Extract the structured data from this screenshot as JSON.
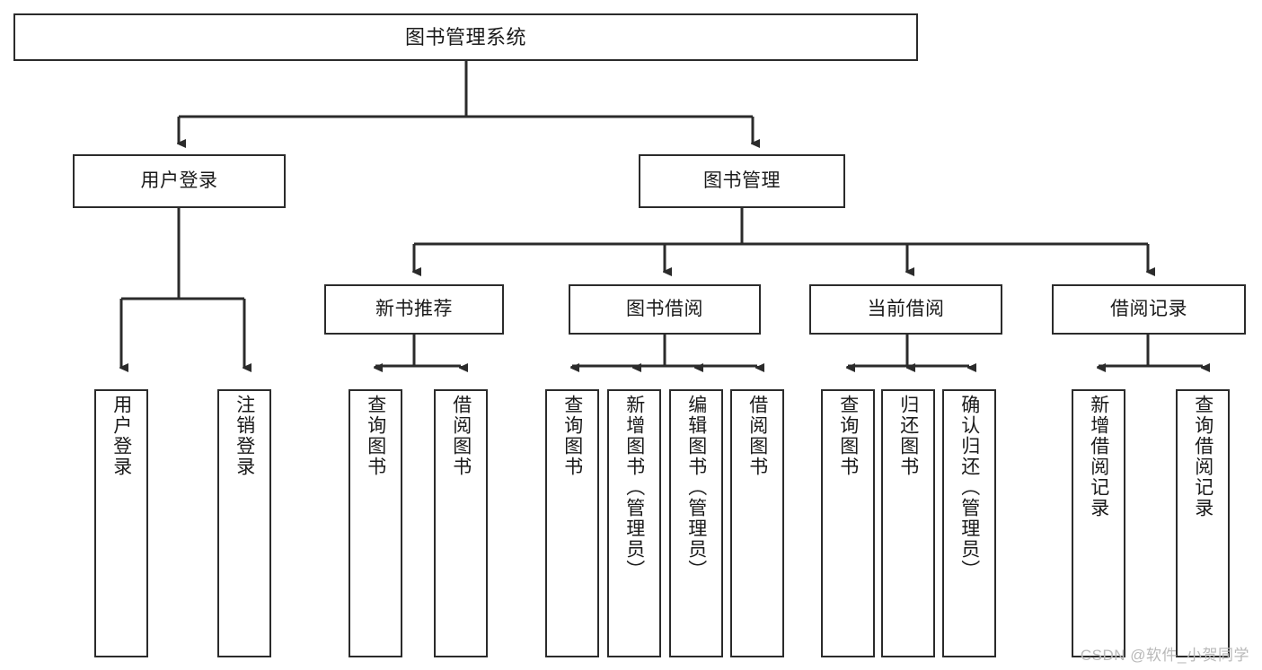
{
  "diagram": {
    "title": "图书管理系统",
    "type": "tree-hierarchy",
    "colors": {
      "box_border": "#2b2b2b",
      "box_fill": "#ffffff",
      "connector": "#2b2b2b",
      "text": "#1a1a1a",
      "watermark": "#b9b9b9",
      "background": "#ffffff"
    }
  },
  "root": {
    "label": "图书管理系统"
  },
  "level1": [
    {
      "label": "用户登录"
    },
    {
      "label": "图书管理"
    }
  ],
  "level2": [
    {
      "label": "新书推荐"
    },
    {
      "label": "图书借阅"
    },
    {
      "label": "当前借阅"
    },
    {
      "label": "借阅记录"
    }
  ],
  "leaves": {
    "user_login": [
      {
        "label": "用户登录"
      },
      {
        "label": "注销登录"
      }
    ],
    "new_book_recommend": [
      {
        "label": "查询图书"
      },
      {
        "label": "借阅图书"
      }
    ],
    "book_borrow": [
      {
        "label": "查询图书"
      },
      {
        "label": "新增图书（管理员）"
      },
      {
        "label": "编辑图书（管理员）"
      },
      {
        "label": "借阅图书"
      }
    ],
    "current_borrow": [
      {
        "label": "查询图书"
      },
      {
        "label": "归还图书"
      },
      {
        "label": "确认归还（管理员）"
      }
    ],
    "borrow_record": [
      {
        "label": "新增借阅记录"
      },
      {
        "label": "查询借阅记录"
      }
    ]
  },
  "watermark": {
    "text": "CSDN @软件_小贺同学"
  }
}
